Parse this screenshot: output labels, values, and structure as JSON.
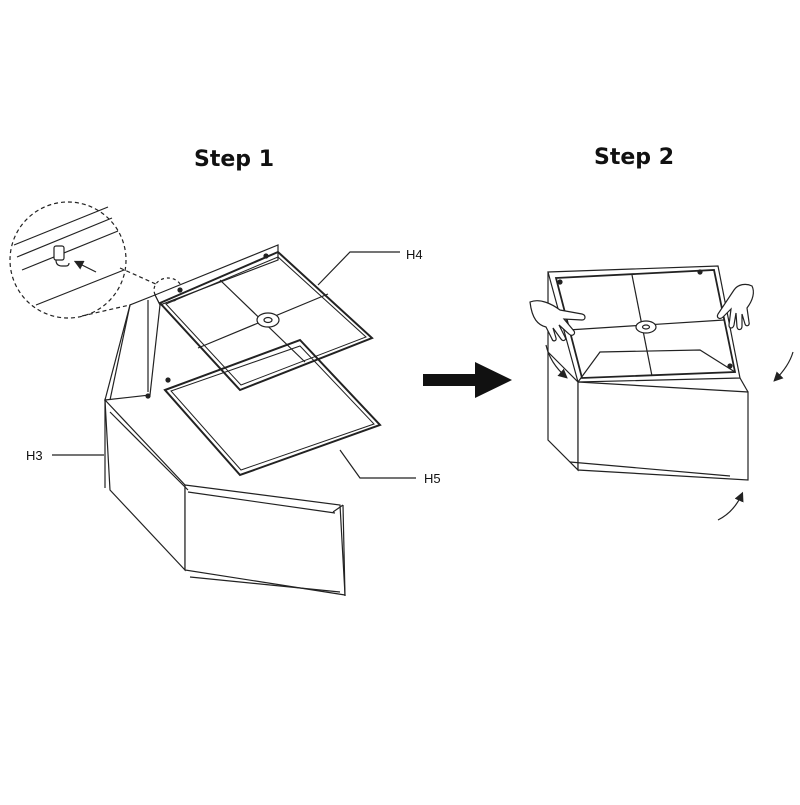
{
  "titles": {
    "step1": "Step 1",
    "step2": "Step 2"
  },
  "labels": {
    "h3": "H3",
    "h4": "H4",
    "h5": "H5"
  },
  "colors": {
    "line": "#222222",
    "background": "#ffffff",
    "arrow": "#111111"
  },
  "icons": [
    "direction-arrow-icon",
    "hand-icon",
    "rotation-arrow-icon",
    "hook-clip-icon"
  ]
}
